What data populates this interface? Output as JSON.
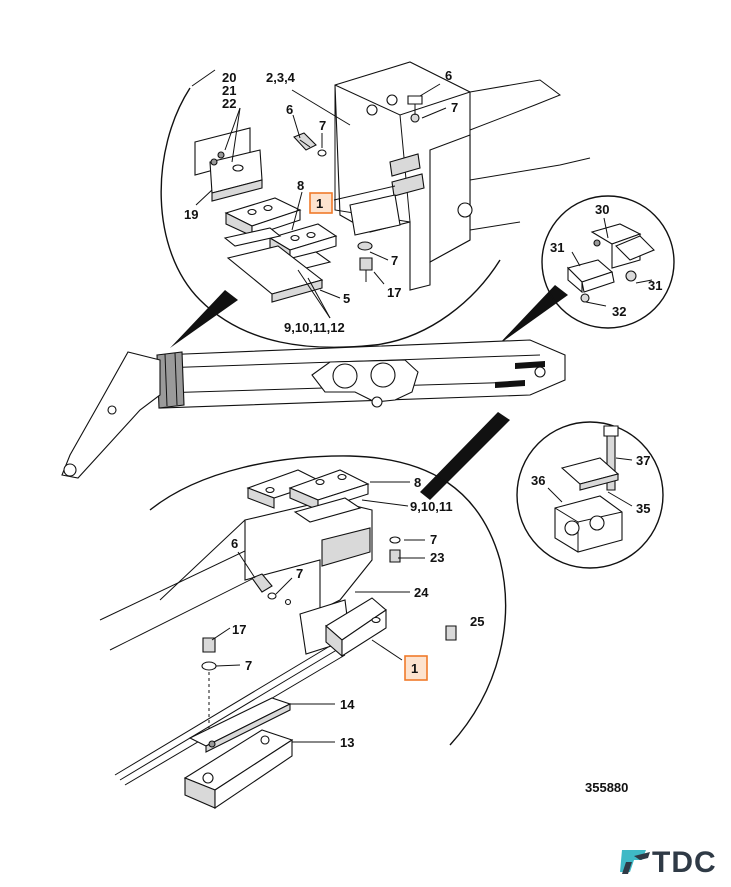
{
  "callouts": {
    "c20": "20",
    "c21": "21",
    "c22": "22",
    "c234": "2,3,4",
    "c6a": "6",
    "c7a": "7",
    "c6b": "6",
    "c7b": "7",
    "c8a": "8",
    "c1a": "1",
    "c19": "19",
    "c7c": "7",
    "c17a": "17",
    "c5": "5",
    "c912": "9,10,11,12",
    "c30": "30",
    "c31a": "31",
    "c31b": "31",
    "c32": "32",
    "c37": "37",
    "c36": "36",
    "c35": "35",
    "c8b": "8",
    "c911": "9,10,11",
    "c7d": "7",
    "c23": "23",
    "c6c": "6",
    "c7e": "7",
    "c24": "24",
    "c17b": "17",
    "c25": "25",
    "c7f": "7",
    "c1b": "1",
    "c14": "14",
    "c13": "13"
  },
  "reference_number": "355880",
  "logo": {
    "text": "TDC",
    "icon": "tdc-logo-icon",
    "color": "#2f3a46",
    "accent": "#3fb9c6"
  },
  "colors": {
    "highlight_border": "#f07a2a",
    "highlight_fill": "#fde3cf",
    "ink": "#111111"
  }
}
